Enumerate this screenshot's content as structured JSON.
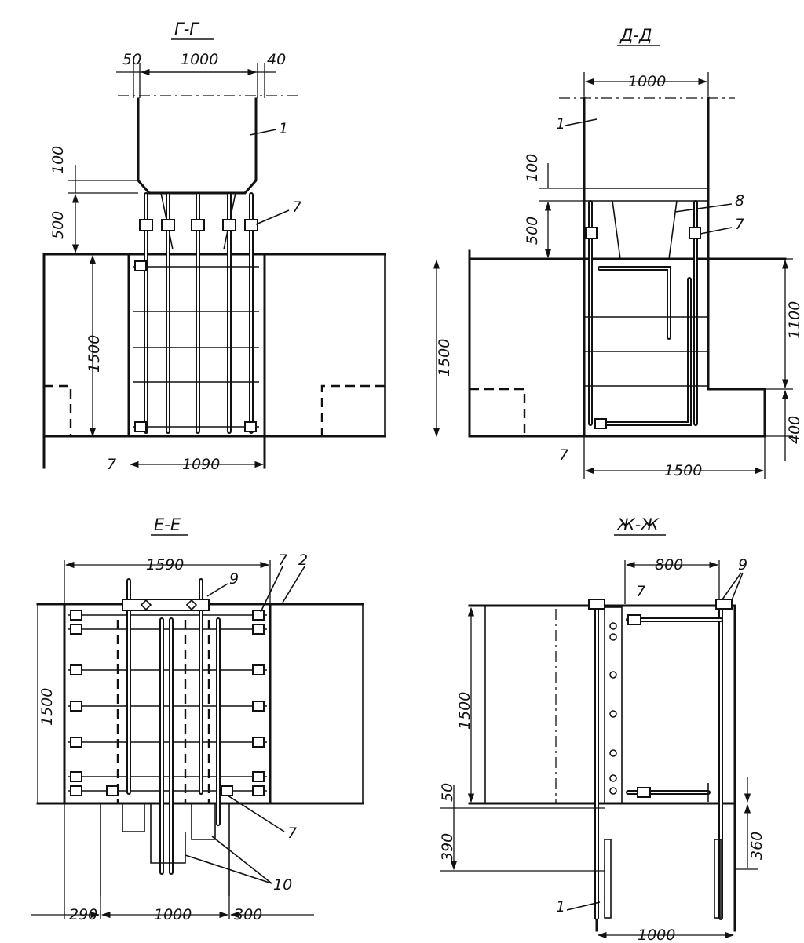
{
  "sections": [
    {
      "id": "g-g",
      "title": "Г-Г",
      "dims": {
        "top_left": "50",
        "top_mid": "1000",
        "top_right": "40",
        "left_a": "100",
        "left_b": "500",
        "left_c": "1500",
        "bottom": "1090"
      },
      "callouts": {
        "part_1": "1",
        "part_7_right": "7",
        "part_7_bottom": "7"
      }
    },
    {
      "id": "d-d",
      "title": "Д-Д",
      "dims": {
        "top": "1000",
        "left_a": "100",
        "left_b": "500",
        "left_c": "1500",
        "right_a": "1100",
        "right_b": "400",
        "bottom": "1500"
      },
      "callouts": {
        "part_1": "1",
        "part_8": "8",
        "part_7": "7",
        "part_7_bottom": "7"
      }
    },
    {
      "id": "e-e",
      "title": "Е-Е",
      "dims": {
        "top": "1590",
        "left": "1500",
        "bottom_left": "290",
        "bottom_mid": "1000",
        "bottom_right": "300"
      },
      "callouts": {
        "part_9": "9",
        "part_7_top": "7",
        "part_2": "2",
        "part_7_right": "7",
        "part_10": "10"
      }
    },
    {
      "id": "zh-zh",
      "title": "Ж-Ж",
      "dims": {
        "top": "800",
        "left_a": "1500",
        "left_b": "50",
        "left_c": "390",
        "right": "360",
        "bottom": "1000"
      },
      "callouts": {
        "part_9": "9",
        "part_7": "7",
        "part_1": "1"
      }
    }
  ]
}
